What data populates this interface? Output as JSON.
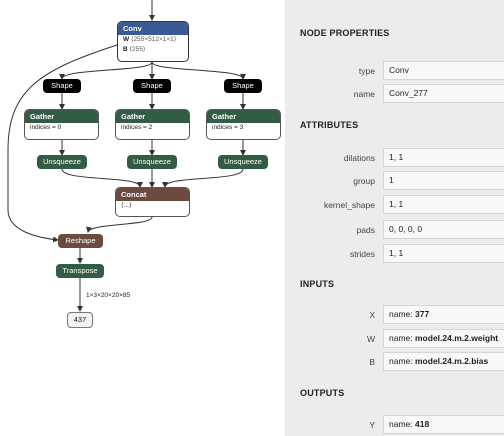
{
  "graph": {
    "conv": {
      "title": "Conv",
      "w_key": "W",
      "w_dims": "⟨255×512×1×1⟩",
      "b_key": "B",
      "b_dims": "⟨255⟩",
      "color": "#3a5a95"
    },
    "shape_nodes": [
      "Shape",
      "Shape",
      "Shape"
    ],
    "gathers": [
      {
        "title": "Gather",
        "attr": "indices = 0"
      },
      {
        "title": "Gather",
        "attr": "indices = 2"
      },
      {
        "title": "Gather",
        "attr": "indices = 3"
      }
    ],
    "unsqueeze_nodes": [
      "Unsqueeze",
      "Unsqueeze",
      "Unsqueeze"
    ],
    "concat": {
      "title": "Concat",
      "row": "⟨...⟩",
      "color": "#6d4a3f"
    },
    "reshape": "Reshape",
    "transpose": "Transpose",
    "edge_label": "1×3×20×20×85",
    "output": "437"
  },
  "panel": {
    "node_properties": {
      "heading": "NODE PROPERTIES",
      "type_label": "type",
      "type_value": "Conv",
      "name_label": "name",
      "name_value": "Conv_277"
    },
    "attributes": {
      "heading": "ATTRIBUTES",
      "rows": [
        {
          "label": "dilations",
          "value": "1, 1"
        },
        {
          "label": "group",
          "value": "1"
        },
        {
          "label": "kernel_shape",
          "value": "1, 1"
        },
        {
          "label": "pads",
          "value": "0, 0, 0, 0"
        },
        {
          "label": "strides",
          "value": "1, 1"
        }
      ]
    },
    "inputs": {
      "heading": "INPUTS",
      "rows": [
        {
          "label": "X",
          "prefix": "name: ",
          "value": "377"
        },
        {
          "label": "W",
          "prefix": "name: ",
          "value": "model.24.m.2.weight"
        },
        {
          "label": "B",
          "prefix": "name: ",
          "value": "model.24.m.2.bias"
        }
      ]
    },
    "outputs": {
      "heading": "OUTPUTS",
      "rows": [
        {
          "label": "Y",
          "prefix": "name: ",
          "value": "418"
        }
      ]
    }
  }
}
